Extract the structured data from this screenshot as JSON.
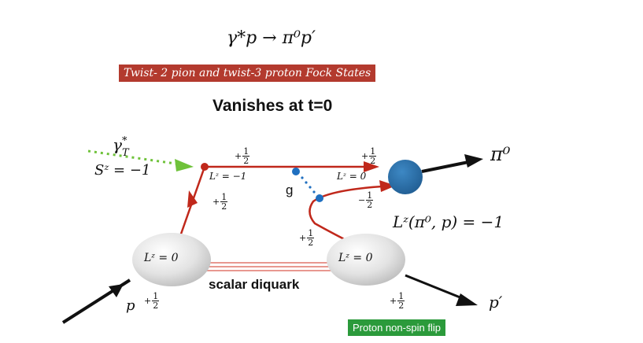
{
  "title_equation": "γ*p → π⁰p′",
  "banner_text": "Twist- 2 pion and twist-3 proton Fock States",
  "headline": "Vanishes at t=0",
  "photon": {
    "symbol": "γ",
    "sub": "T",
    "sup": "*",
    "spin": "Sᶻ = −1"
  },
  "vertex_labels": {
    "lz_left": "Lᶻ = −1",
    "lz_right": "Lᶻ = 0"
  },
  "gluon_label": "g",
  "helicities": {
    "top_quark_left": {
      "sign": "+",
      "num": "1",
      "den": "2"
    },
    "top_quark_right": {
      "sign": "+",
      "num": "1",
      "den": "2"
    },
    "vertical_quark": {
      "sign": "+",
      "num": "1",
      "den": "2"
    },
    "return_quark": {
      "sign": "−",
      "num": "1",
      "den": "2"
    },
    "lower_quark": {
      "sign": "+",
      "num": "1",
      "den": "2"
    },
    "incoming_proton": {
      "sign": "+",
      "num": "1",
      "den": "2"
    },
    "outgoing_proton": {
      "sign": "+",
      "num": "1",
      "den": "2"
    }
  },
  "pion_label": "π⁰",
  "orbital_note": "Lᶻ(π⁰, p) = −1",
  "blob_left": "Lᶻ = 0",
  "blob_right": "Lᶻ = 0",
  "diquark_label": "scalar diquark",
  "proton_in": "p",
  "proton_out": "p′",
  "green_tag": "Proton non-spin flip",
  "colors": {
    "quark_line": "#c0281b",
    "photon_line": "#6fc23a",
    "photon_arrow": "#6fc23a",
    "pion_blob": "#2d74b0",
    "gluon_dots": "#1f6fc0",
    "banner_bg": "#b33a2e",
    "tag_bg": "#2b9a3b",
    "blob_gray": "#d9d9d9"
  }
}
